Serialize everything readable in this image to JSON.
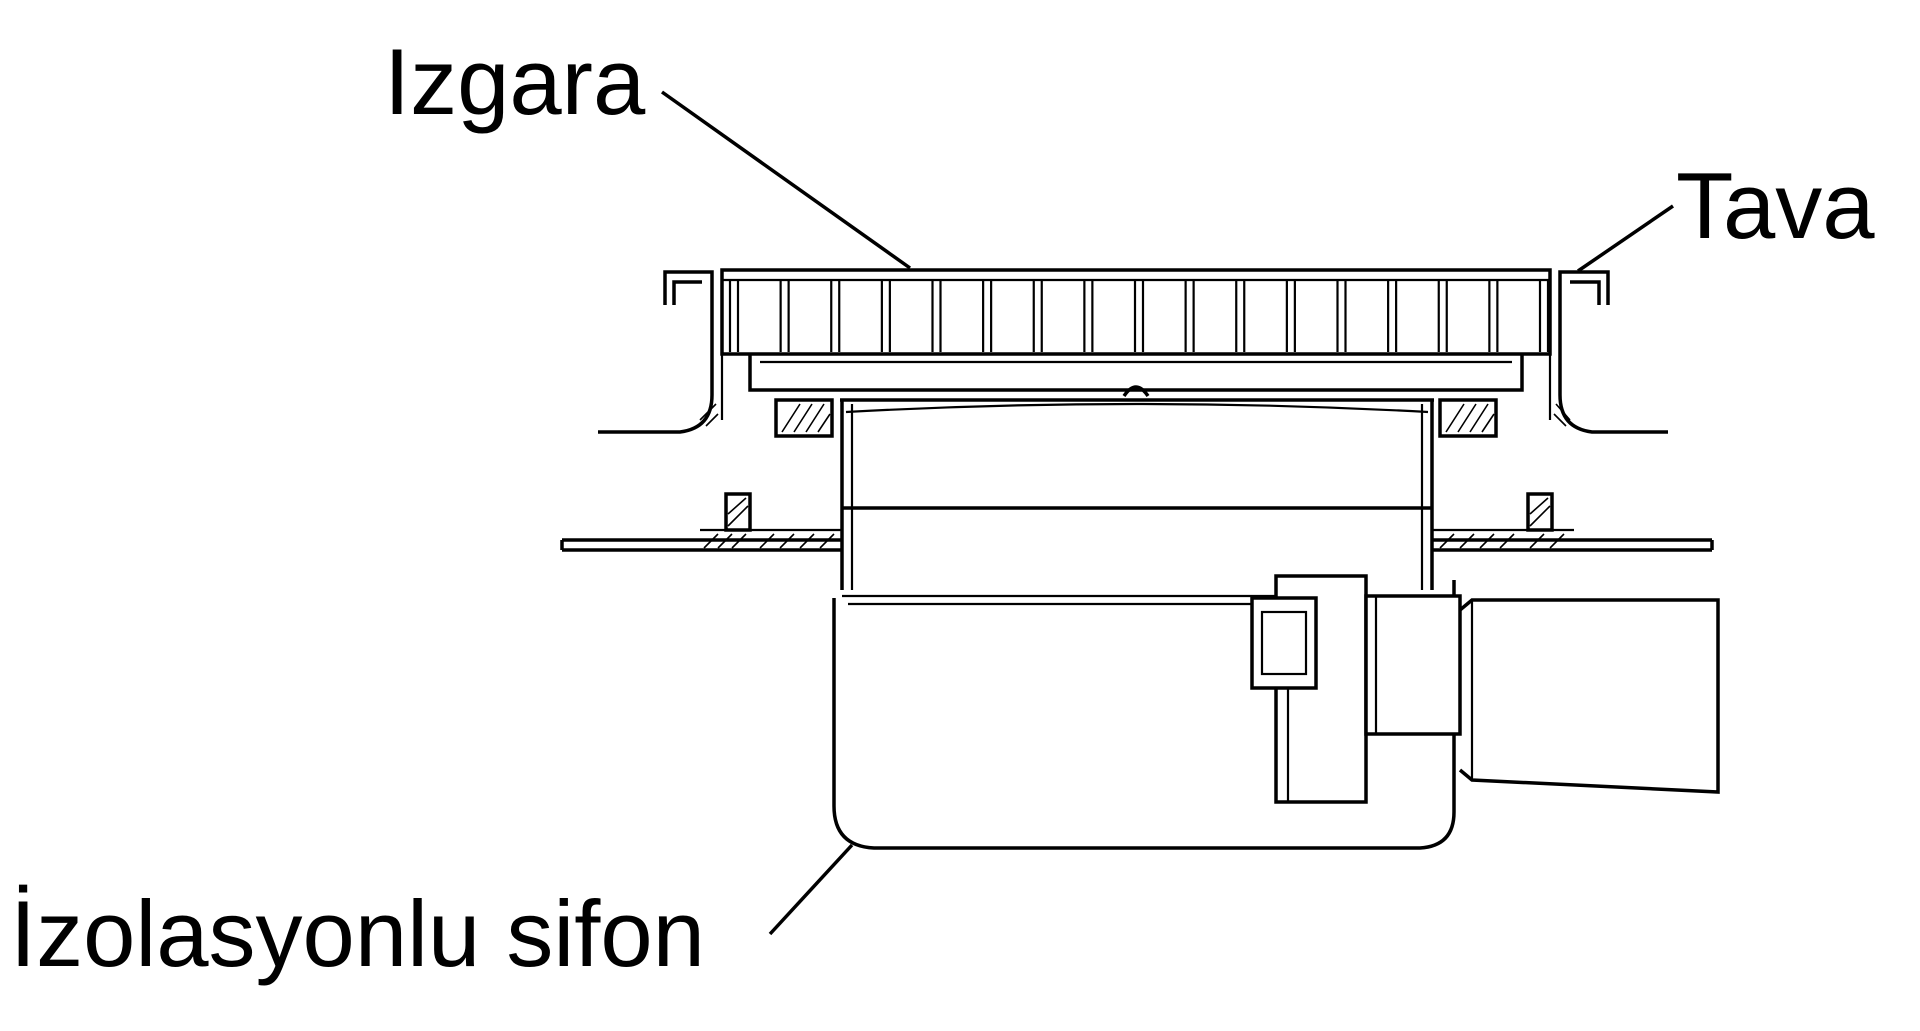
{
  "labels": {
    "grate": "Izgara",
    "tray": "Tava",
    "insulated_trap": "İzolasyonlu sifon"
  }
}
